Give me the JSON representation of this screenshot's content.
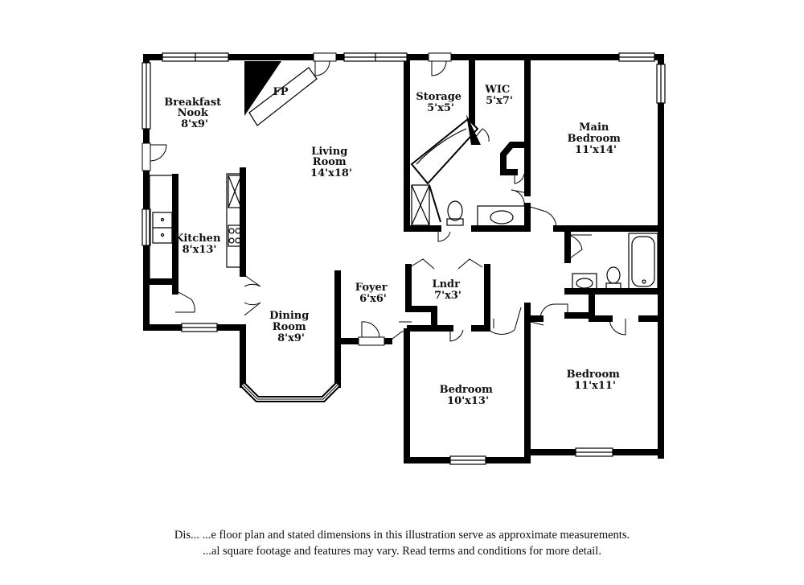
{
  "rooms": {
    "breakfast_nook": {
      "name1": "Breakfast",
      "name2": "Nook",
      "dim": "8'x9'"
    },
    "fireplace": {
      "label": "FP"
    },
    "living_room": {
      "name1": "Living",
      "name2": "Room",
      "dim": "14'x18'"
    },
    "storage": {
      "name": "Storage",
      "dim": "5'x5'"
    },
    "wic": {
      "name": "WIC",
      "dim": "5'x7'"
    },
    "main_bedroom": {
      "name1": "Main",
      "name2": "Bedroom",
      "dim": "11'x14'"
    },
    "kitchen": {
      "name": "Kitchen",
      "dim": "8'x13'"
    },
    "foyer": {
      "name": "Foyer",
      "dim": "6'x6'"
    },
    "laundry": {
      "name": "Lndr",
      "dim": "7'x3'"
    },
    "dining_room": {
      "name1": "Dining",
      "name2": "Room",
      "dim": "8'x9'"
    },
    "bedroom_2": {
      "name": "Bedroom",
      "dim": "10'x13'"
    },
    "bedroom_3": {
      "name": "Bedroom",
      "dim": "11'x11'"
    }
  },
  "disclaimer": {
    "line1": "Dis... ...e floor plan and stated dimensions in this illustration serve as approximate measurements.",
    "line2": "...al square footage and features may vary. Read terms and conditions for more detail."
  }
}
